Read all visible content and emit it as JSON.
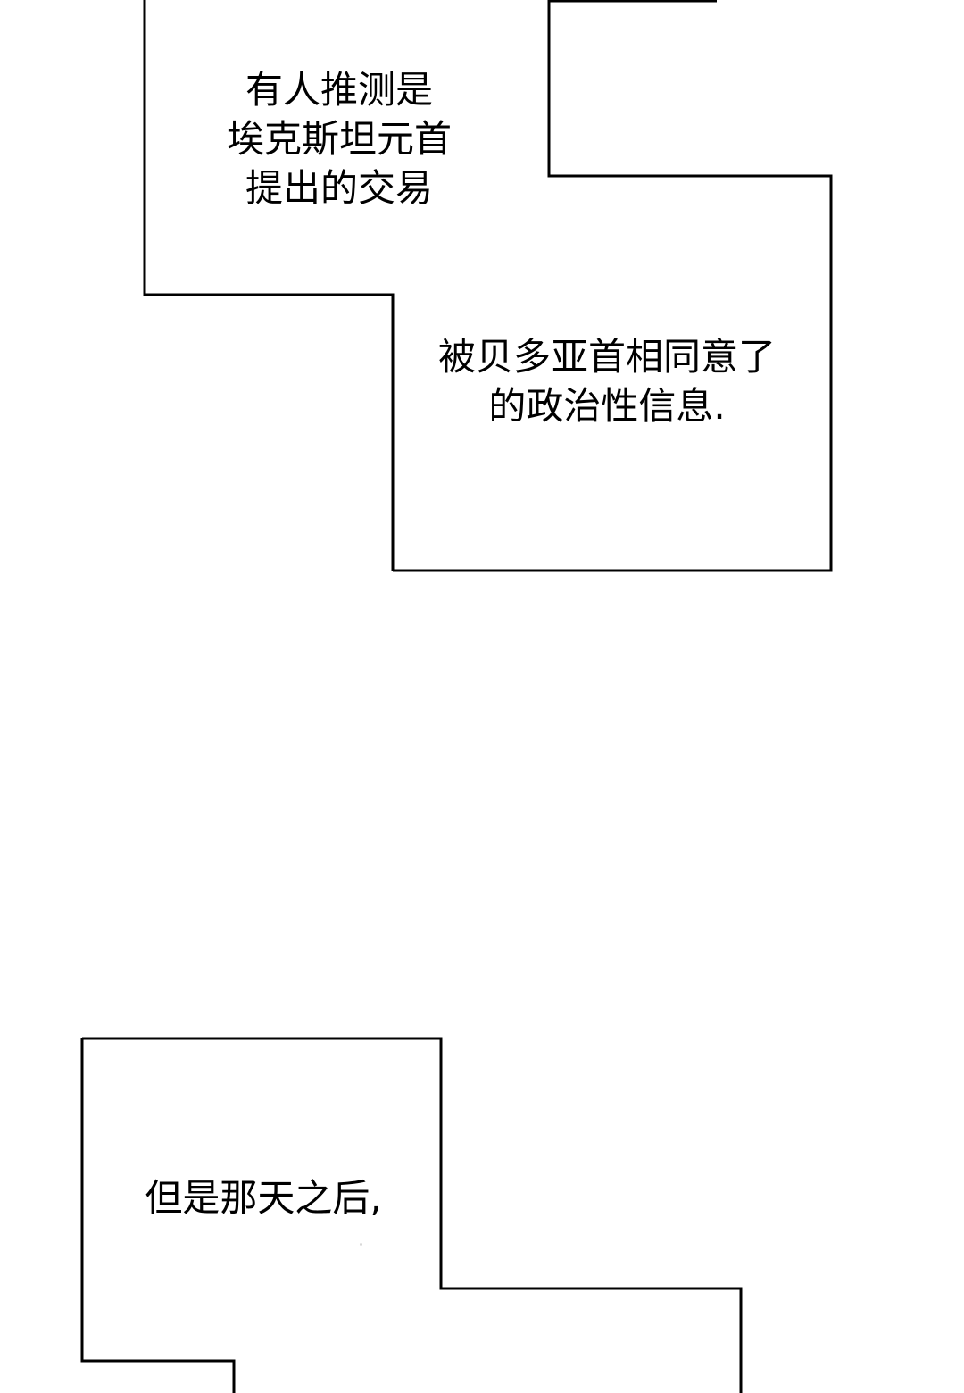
{
  "colors": {
    "background": "#ffffff",
    "panel_border": "#000000",
    "text": "#000000"
  },
  "captions": [
    {
      "lines": [
        "有人推测是",
        "埃克斯坦元首",
        "提出的交易"
      ]
    },
    {
      "lines": [
        "被贝多亚首相同意了",
        "的政治性信息."
      ]
    },
    {
      "lines": [
        "但是那天之后,"
      ]
    }
  ]
}
